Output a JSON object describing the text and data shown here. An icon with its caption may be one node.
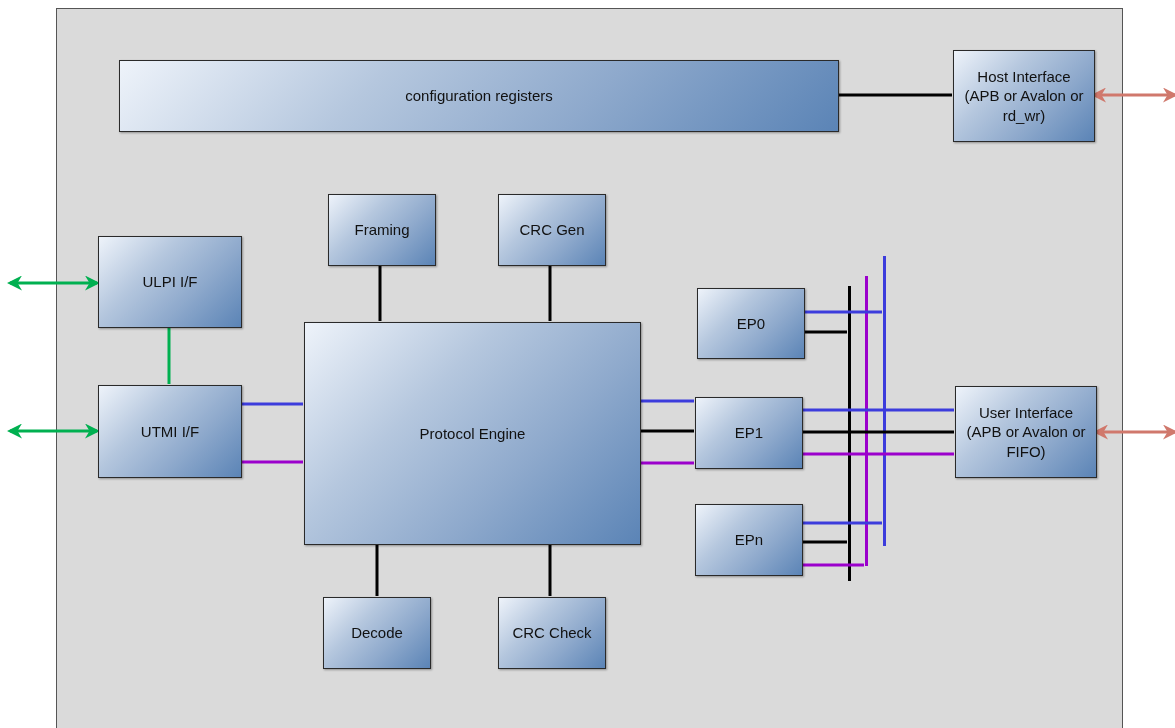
{
  "diagram": {
    "nodes": [
      {
        "text": [],
        "shape": "box"
      },
      {
        "text": [
          "configuration registers"
        ],
        "in": 0
      },
      {
        "text": [
          "Host Interface (APB or Avalon or rd_wr)"
        ],
        "in": 0
      },
      {
        "text": [
          "Framing"
        ],
        "in": 0
      },
      {
        "text": [
          "CRC Gen"
        ],
        "in": 0
      },
      {
        "text": [
          "ULPI I/F"
        ],
        "in": 0
      },
      {
        "text": [
          "EP0"
        ],
        "in": 0
      },
      {
        "text": [
          "UTMI I/F"
        ],
        "in": 0
      },
      {
        "text": [
          "Protocol Engine"
        ],
        "in": 0
      },
      {
        "text": [
          "EP1"
        ],
        "in": 0
      },
      {
        "text": [
          "User Interface (APB or Avalon or FIFO)"
        ],
        "in": 0
      },
      {
        "text": [
          "EPn"
        ],
        "in": 0
      },
      {
        "text": [
          "Decode"
        ],
        "in": 0
      },
      {
        "text": [
          "CRC Check"
        ],
        "in": 0
      },
      {
        "text": [],
        "shape": "bar",
        "in": 0
      },
      {
        "text": [],
        "shape": "bar",
        "in": 0
      },
      {
        "text": [],
        "shape": "bar",
        "in": 0
      }
    ],
    "edges": [
      {
        "from": 1,
        "to": 2,
        "arrow": "none"
      },
      {
        "from": 2,
        "to": null,
        "arrow": "both",
        "color": "#d0786c"
      },
      {
        "from": null,
        "to": 5,
        "arrow": "both",
        "color": "#00b050"
      },
      {
        "from": 5,
        "to": 7,
        "arrow": "none",
        "color": "#00b050"
      },
      {
        "from": null,
        "to": 7,
        "arrow": "both",
        "color": "#00b050"
      },
      {
        "from": 3,
        "to": 8,
        "arrow": "none"
      },
      {
        "from": 4,
        "to": 8,
        "arrow": "none"
      },
      {
        "from": 7,
        "to": 8,
        "arrow": "none",
        "color": "#3c3cdc"
      },
      {
        "from": 7,
        "to": 8,
        "arrow": "none",
        "color": "#9b00cc"
      },
      {
        "from": 8,
        "to": 9,
        "arrow": "none",
        "color": "#3c3cdc"
      },
      {
        "from": 8,
        "to": 9,
        "arrow": "none"
      },
      {
        "from": 8,
        "to": 9,
        "arrow": "none",
        "color": "#9b00cc"
      },
      {
        "from": 9,
        "to": 10,
        "arrow": "none",
        "color": "#3c3cdc"
      },
      {
        "from": 9,
        "to": 10,
        "arrow": "none"
      },
      {
        "from": 9,
        "to": 10,
        "arrow": "none",
        "color": "#9b00cc"
      },
      {
        "from": 10,
        "to": null,
        "arrow": "both",
        "color": "#d0786c"
      },
      {
        "from": 6,
        "to": 16,
        "arrow": "none",
        "color": "#3c3cdc"
      },
      {
        "from": 6,
        "to": 14,
        "arrow": "none"
      },
      {
        "from": 11,
        "to": 16,
        "arrow": "none",
        "color": "#3c3cdc"
      },
      {
        "from": 11,
        "to": 14,
        "arrow": "none"
      },
      {
        "from": 11,
        "to": 15,
        "arrow": "none",
        "color": "#9b00cc"
      },
      {
        "from": 8,
        "to": 12,
        "arrow": "none"
      },
      {
        "from": 8,
        "to": 13,
        "arrow": "none"
      }
    ]
  }
}
